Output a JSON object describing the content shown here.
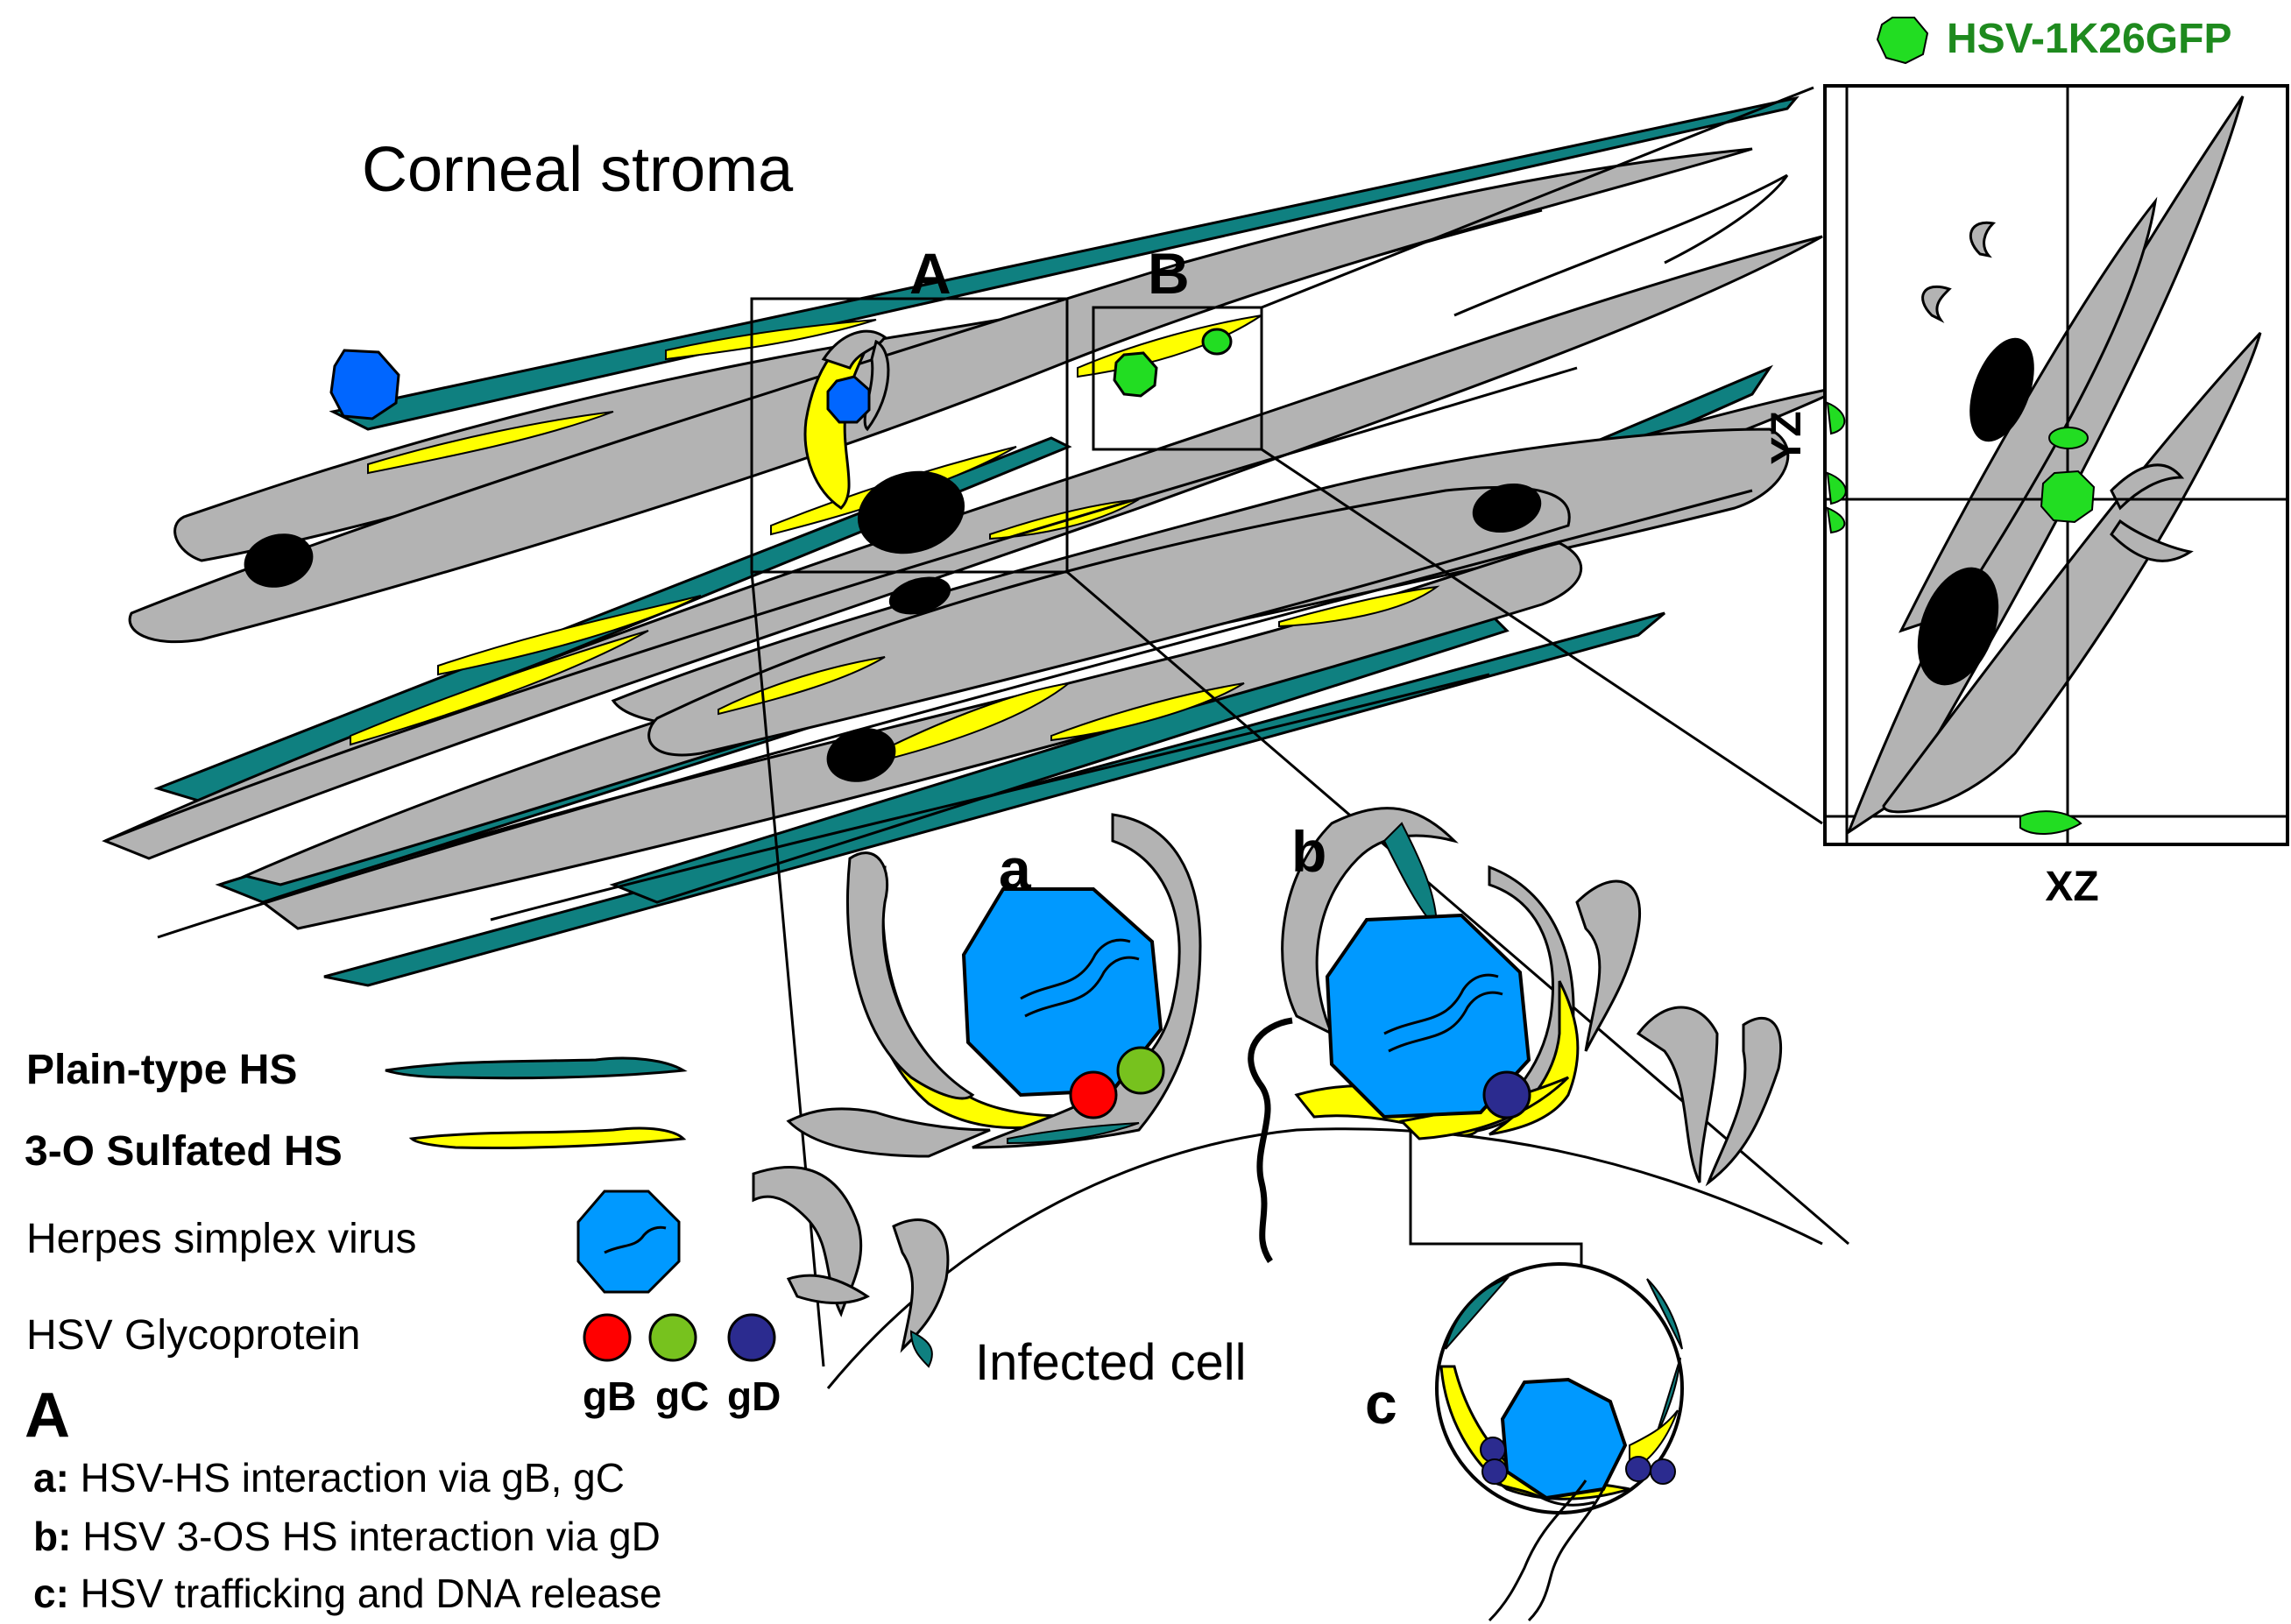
{
  "title": "Corneal stroma",
  "labels": {
    "region_A": "A",
    "region_B": "B",
    "panel_a": "a",
    "panel_b": "b",
    "panel_c": "c",
    "infected_cell": "Infected cell",
    "axis_yz": "YZ",
    "axis_xz": "XZ",
    "virus_strain": "HSV-1K26GFP"
  },
  "legend": {
    "plain_hs": "Plain-type HS",
    "sulfated_hs": "3-O Sulfated HS",
    "virus": "Herpes simplex virus",
    "glycoprotein": "HSV Glycoprotein",
    "glycoproteins": [
      {
        "name": "gB",
        "color": "#ff0000"
      },
      {
        "name": "gC",
        "color": "#77c21e"
      },
      {
        "name": "gD",
        "color": "#2b2b8f"
      }
    ]
  },
  "notes": {
    "heading": "A",
    "items": [
      {
        "key": "a:",
        "text": " HSV-HS interaction via gB, gC"
      },
      {
        "key": "b:",
        "text": " HSV 3-OS HS interaction via gD"
      },
      {
        "key": "c:",
        "text": " HSV trafficking and DNA release"
      }
    ]
  },
  "colors": {
    "teal": "#0f8080",
    "yellow": "#ffff00",
    "cell_gray": "#b3b3b3",
    "virus_blue": "#0099ff",
    "gfp_green": "#22dd22",
    "label_green": "#1e8a1e"
  }
}
